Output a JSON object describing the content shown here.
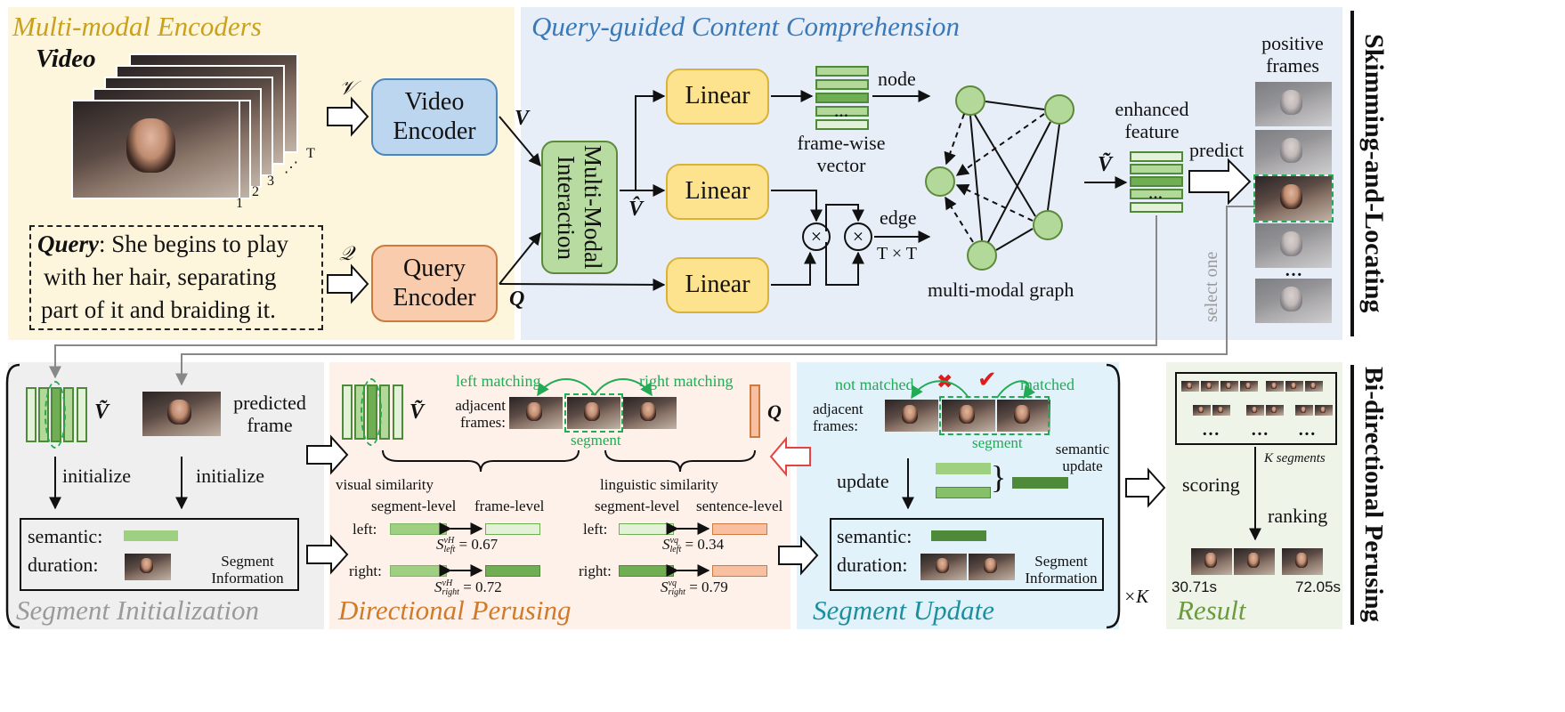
{
  "panels": {
    "encoders_title": "Multi-modal Encoders",
    "comprehension_title": "Query-guided Content Comprehension",
    "init_title": "Segment Initialization",
    "perusing_title": "Directional Perusing",
    "update_title": "Segment Update",
    "result_title": "Result",
    "skimming_label": "Skimming-and-Locating",
    "biperusing_label": "Bi-directional Perusing"
  },
  "encoders": {
    "video_label": "Video",
    "frame_index": [
      "1",
      "2",
      "3",
      "⋰",
      "T"
    ],
    "query_bold": "Query",
    "query_lines": [
      ": She begins to play",
      "with her hair, separating",
      "part of it and braiding it."
    ],
    "v_symbol": "𝒱",
    "q_symbol": "𝒬",
    "video_encoder": [
      "Video",
      "Encoder"
    ],
    "query_encoder": [
      "Query",
      "Encoder"
    ],
    "V_out": "V",
    "Q_out": "Q"
  },
  "comprehension": {
    "mmi": "Multi-Modal Interaction",
    "vhat": "V̂",
    "linear": "Linear",
    "node": "node",
    "edge": "edge",
    "txt_dim": "T × T",
    "frame_wise_vector": [
      "frame-wise",
      "vector"
    ],
    "graph_label": "multi-modal graph",
    "vtilde": "Ṽ",
    "enhanced_feature": [
      "enhanced",
      "feature"
    ],
    "predict": "predict",
    "positive_frames": [
      "positive",
      "frames"
    ],
    "select_one": "select one",
    "ellipsis": "…"
  },
  "init": {
    "vtilde": "Ṽ",
    "predicted_frame": [
      "predicted",
      "frame"
    ],
    "initialize": "initialize",
    "semantic": "semantic:",
    "duration": "duration:",
    "segment_information": [
      "Segment",
      "Information"
    ]
  },
  "perusing": {
    "vtilde": "Ṽ",
    "q": "Q",
    "adjacent_frames": [
      "adjacent",
      "frames:"
    ],
    "left_matching": "left matching",
    "right_matching": "right matching",
    "segment": "segment",
    "visual_similarity": "visual similarity",
    "linguistic_similarity": "linguistic similarity",
    "segment_level": "segment-level",
    "frame_level": "frame-level",
    "sentence_level": "sentence-level",
    "left": "left:",
    "right": "right:",
    "s_v_left": "= 0.67",
    "s_v_right": "= 0.72",
    "s_q_left": "= 0.34",
    "s_q_right": "= 0.79",
    "s": "S",
    "sup_vh": "vH",
    "sup_vq": "vq",
    "sub_left": "left",
    "sub_right": "right"
  },
  "update": {
    "not_matched": "not matched",
    "matched": "matched",
    "adjacent_frames": [
      "adjacent",
      "frames:"
    ],
    "segment": "segment",
    "semantic_update": [
      "semantic",
      "update"
    ],
    "update": "update",
    "semantic": "semantic:",
    "duration": "duration:",
    "segment_information": [
      "Segment",
      "Information"
    ],
    "times_k": "×K",
    "cross_mark": "✖",
    "check_mark": "✔"
  },
  "result": {
    "k_segments": "K segments",
    "scoring": "scoring",
    "ranking": "ranking",
    "t_start": "30.71s",
    "t_end": "72.05s",
    "dots": "…"
  },
  "colors": {
    "encoders_bg": "#fdf6dc",
    "comprehension_bg": "#e7eef8",
    "init_bg": "#efefef",
    "perusing_bg": "#fdf1ea",
    "update_bg": "#e2f2fb",
    "result_bg": "#eef5e8",
    "green_text": "#22aa55",
    "dark_green": "#4e8a3a",
    "orange": "#d7863a"
  }
}
